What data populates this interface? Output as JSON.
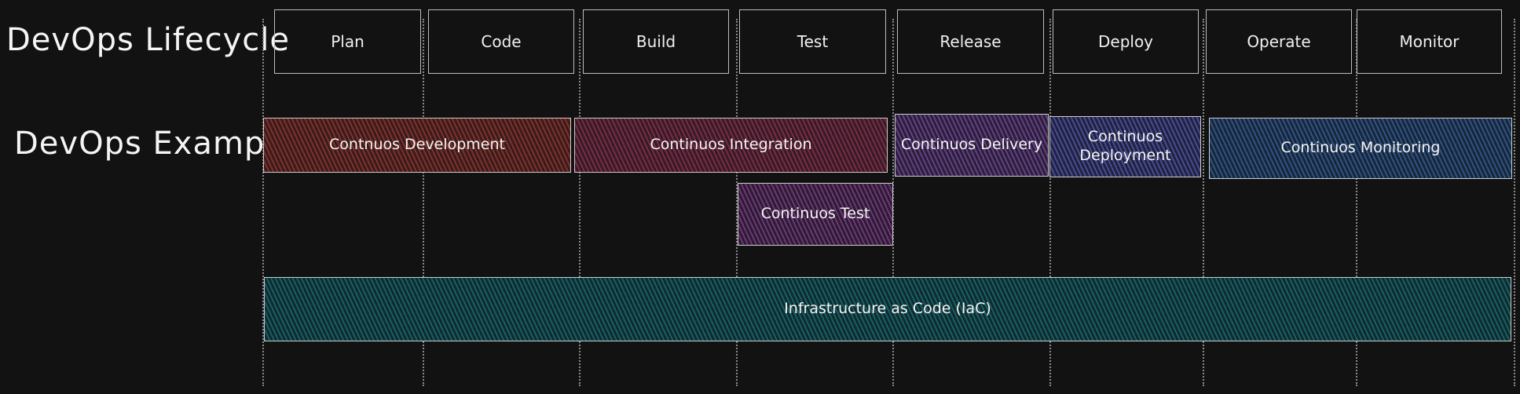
{
  "lifecycle_label": "DevOps Lifecycle",
  "example_label": "DevOps Example",
  "stages": [
    "Plan",
    "Code",
    "Build",
    "Test",
    "Release",
    "Deploy",
    "Operate",
    "Monitor"
  ],
  "blocks": {
    "development": "Contnuos Development",
    "integration": "Continuos Integration",
    "delivery": "Continuos Delivery",
    "deployment_line1": "Continuos",
    "deployment_line2": "Deployment",
    "monitoring": "Continuos Monitoring",
    "test": "Continuos Test",
    "iac": "Infrastructure as Code (IaC)"
  },
  "colors": {
    "background": "#121212",
    "development": "#b4463c",
    "integration": "#aa3c5f",
    "delivery": "#965abe",
    "deployment": "#6e6ed2",
    "monitoring": "#4678be",
    "test": "#a050aa",
    "iac": "#1e828c"
  }
}
